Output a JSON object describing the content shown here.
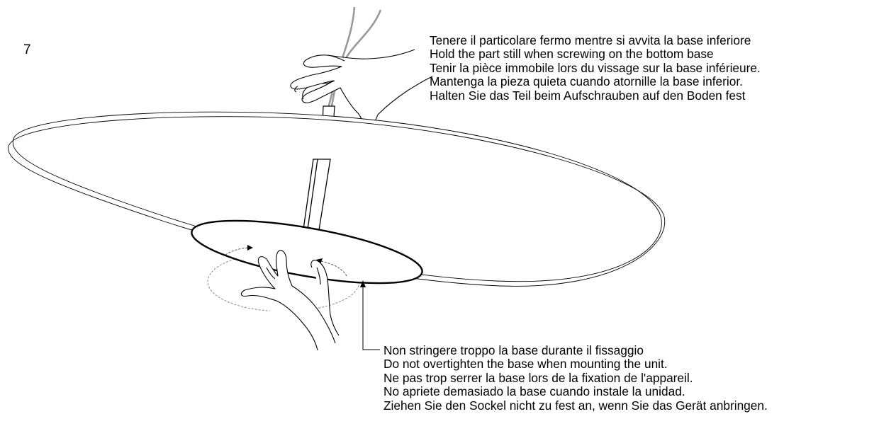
{
  "step": {
    "number": "7"
  },
  "instructions": {
    "hold_part": [
      "Tenere il particolare fermo mentre si avvita la base inferiore",
      "Hold the part still when screwing on the bottom base",
      "Tenir la pièce immobile lors du vissage sur la base inférieure.",
      "Mantenga la pieza quieta cuando atornille la base inferior.",
      "Halten Sie das Teil beim Aufschrauben auf den Boden fest"
    ],
    "do_not_overtighten": [
      "Non stringere troppo la base durante il fissaggio",
      "Do not overtighten the base when mounting the unit.",
      "Ne pas trop serrer la base lors de la fixation de l'appareil.",
      "No apriete demasiado la base cuando instale la unidad.",
      "Ziehen Sie den Sockel nicht zu fest an, wenn Sie das Gerät anbringen."
    ]
  },
  "colors": {
    "line": "#000000",
    "cable": "#9a9a9a",
    "guide": "#8a8a8a"
  }
}
